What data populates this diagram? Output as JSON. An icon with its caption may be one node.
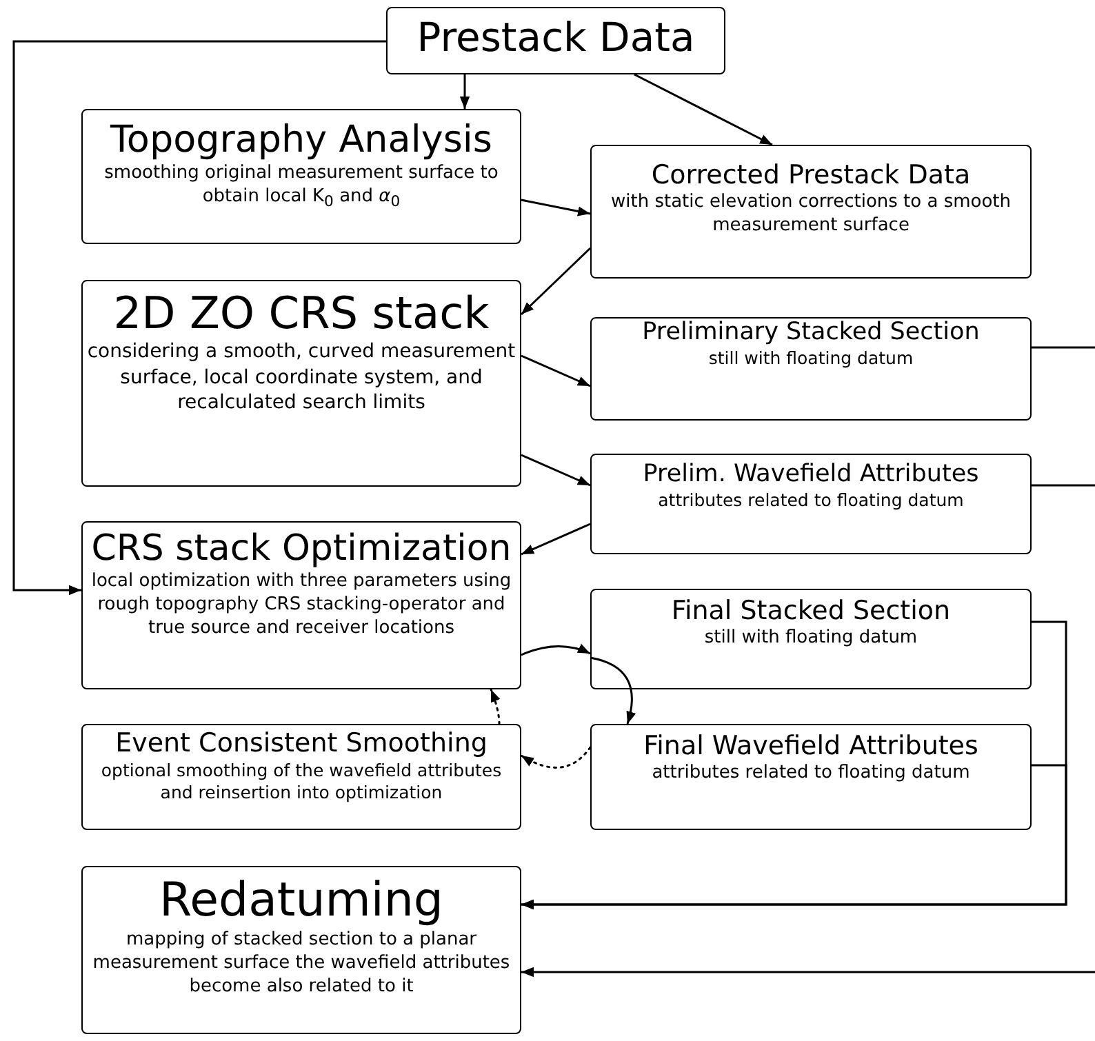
{
  "diagram": {
    "nodes": [
      {
        "text": [
          "Prestack Data"
        ]
      },
      {
        "text": [
          "Topography Analysis",
          "smoothing original measurement surface to obtain local K$_{0}$ and *α*$_{0}$"
        ]
      },
      {
        "text": [
          "Corrected Prestack Data",
          "with static elevation corrections to a smooth measurement surface"
        ]
      },
      {
        "text": [
          "2D ZO CRS stack",
          "considering a smooth, curved measurement surface, local coordinate system, and recalculated search limits"
        ]
      },
      {
        "text": [
          "Preliminary Stacked Section",
          "still with floating datum"
        ]
      },
      {
        "text": [
          "Prelim. Wavefield Attributes",
          "attributes related to floating datum"
        ]
      },
      {
        "text": [
          "CRS stack Optimization",
          "local optimization with three parameters using rough topography CRS stacking-operator and true source and receiver locations"
        ]
      },
      {
        "text": [
          "Final Stacked Section",
          "still with floating datum"
        ]
      },
      {
        "text": [
          "Event Consistent Smoothing",
          "optional smoothing of the wavefield attributes and reinsertion into optimization"
        ]
      },
      {
        "text": [
          "Final Wavefield Attributes",
          "attributes related to floating datum"
        ]
      },
      {
        "text": [
          "Redatuming",
          "mapping of stacked section to a planar measurement surface the wavefield attributes become also related to it"
        ]
      }
    ],
    "edges": [
      {
        "from": 0,
        "to": 1,
        "arrow": "to"
      },
      {
        "from": 0,
        "to": 2,
        "arrow": "to"
      },
      {
        "from": 1,
        "to": 2,
        "arrow": "to"
      },
      {
        "from": 2,
        "to": 3,
        "arrow": "to"
      },
      {
        "from": 3,
        "to": 4,
        "arrow": "to"
      },
      {
        "from": 3,
        "to": 5,
        "arrow": "to"
      },
      {
        "from": 5,
        "to": 6,
        "arrow": "to"
      },
      {
        "from": 0,
        "to": 6,
        "arrow": "to"
      },
      {
        "from": 6,
        "to": 7,
        "arrow": "to"
      },
      {
        "from": 7,
        "to": 9,
        "arrow": "to"
      },
      {
        "from": 9,
        "to": 8,
        "arrow": "to",
        "style": "dashed"
      },
      {
        "from": 8,
        "to": 6,
        "arrow": "to",
        "style": "dashed"
      },
      {
        "from": 4,
        "to": null,
        "arrow": "none"
      },
      {
        "from": 5,
        "to": null,
        "arrow": "none"
      },
      {
        "from": 7,
        "to": 10,
        "arrow": "to"
      },
      {
        "from": 9,
        "to": 10,
        "arrow": "to"
      },
      {
        "from": null,
        "to": 10,
        "arrow": "to"
      }
    ]
  }
}
